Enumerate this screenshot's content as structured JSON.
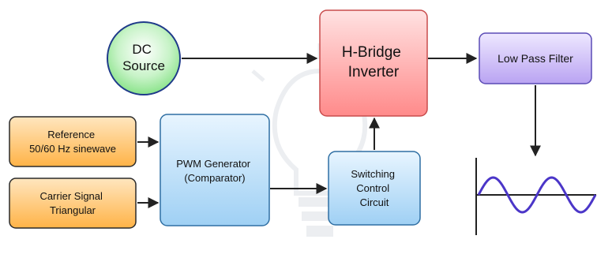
{
  "diagram": {
    "nodes": {
      "dc_source": {
        "lines": [
          "DC",
          "Source"
        ]
      },
      "h_bridge": {
        "lines": [
          "H-Bridge",
          "Inverter"
        ]
      },
      "low_pass_filter": {
        "lines": [
          "Low Pass Filter"
        ]
      },
      "reference": {
        "lines": [
          "Reference",
          "50/60 Hz sinewave"
        ]
      },
      "carrier": {
        "lines": [
          "Carrier Signal",
          "Triangular"
        ]
      },
      "pwm_generator": {
        "lines": [
          "PWM Generator",
          "(Comparator)"
        ]
      },
      "switching_control": {
        "lines": [
          "Switching",
          "Control",
          "Circuit"
        ]
      }
    },
    "edges": [
      {
        "from": "dc_source",
        "to": "h_bridge"
      },
      {
        "from": "h_bridge",
        "to": "low_pass_filter"
      },
      {
        "from": "low_pass_filter",
        "to": "output_waveform"
      },
      {
        "from": "reference",
        "to": "pwm_generator"
      },
      {
        "from": "carrier",
        "to": "pwm_generator"
      },
      {
        "from": "pwm_generator",
        "to": "switching_control"
      },
      {
        "from": "switching_control",
        "to": "h_bridge"
      }
    ],
    "output_waveform": {
      "shape": "sine",
      "cycles": 2
    },
    "colors": {
      "green": "#7ee07e",
      "red": "#ff8a8a",
      "violet": "#b9a3f2",
      "orange": "#ffb347",
      "blue": "#9fd0f4",
      "wave": "#4b36c8",
      "arrow": "#222222"
    }
  }
}
